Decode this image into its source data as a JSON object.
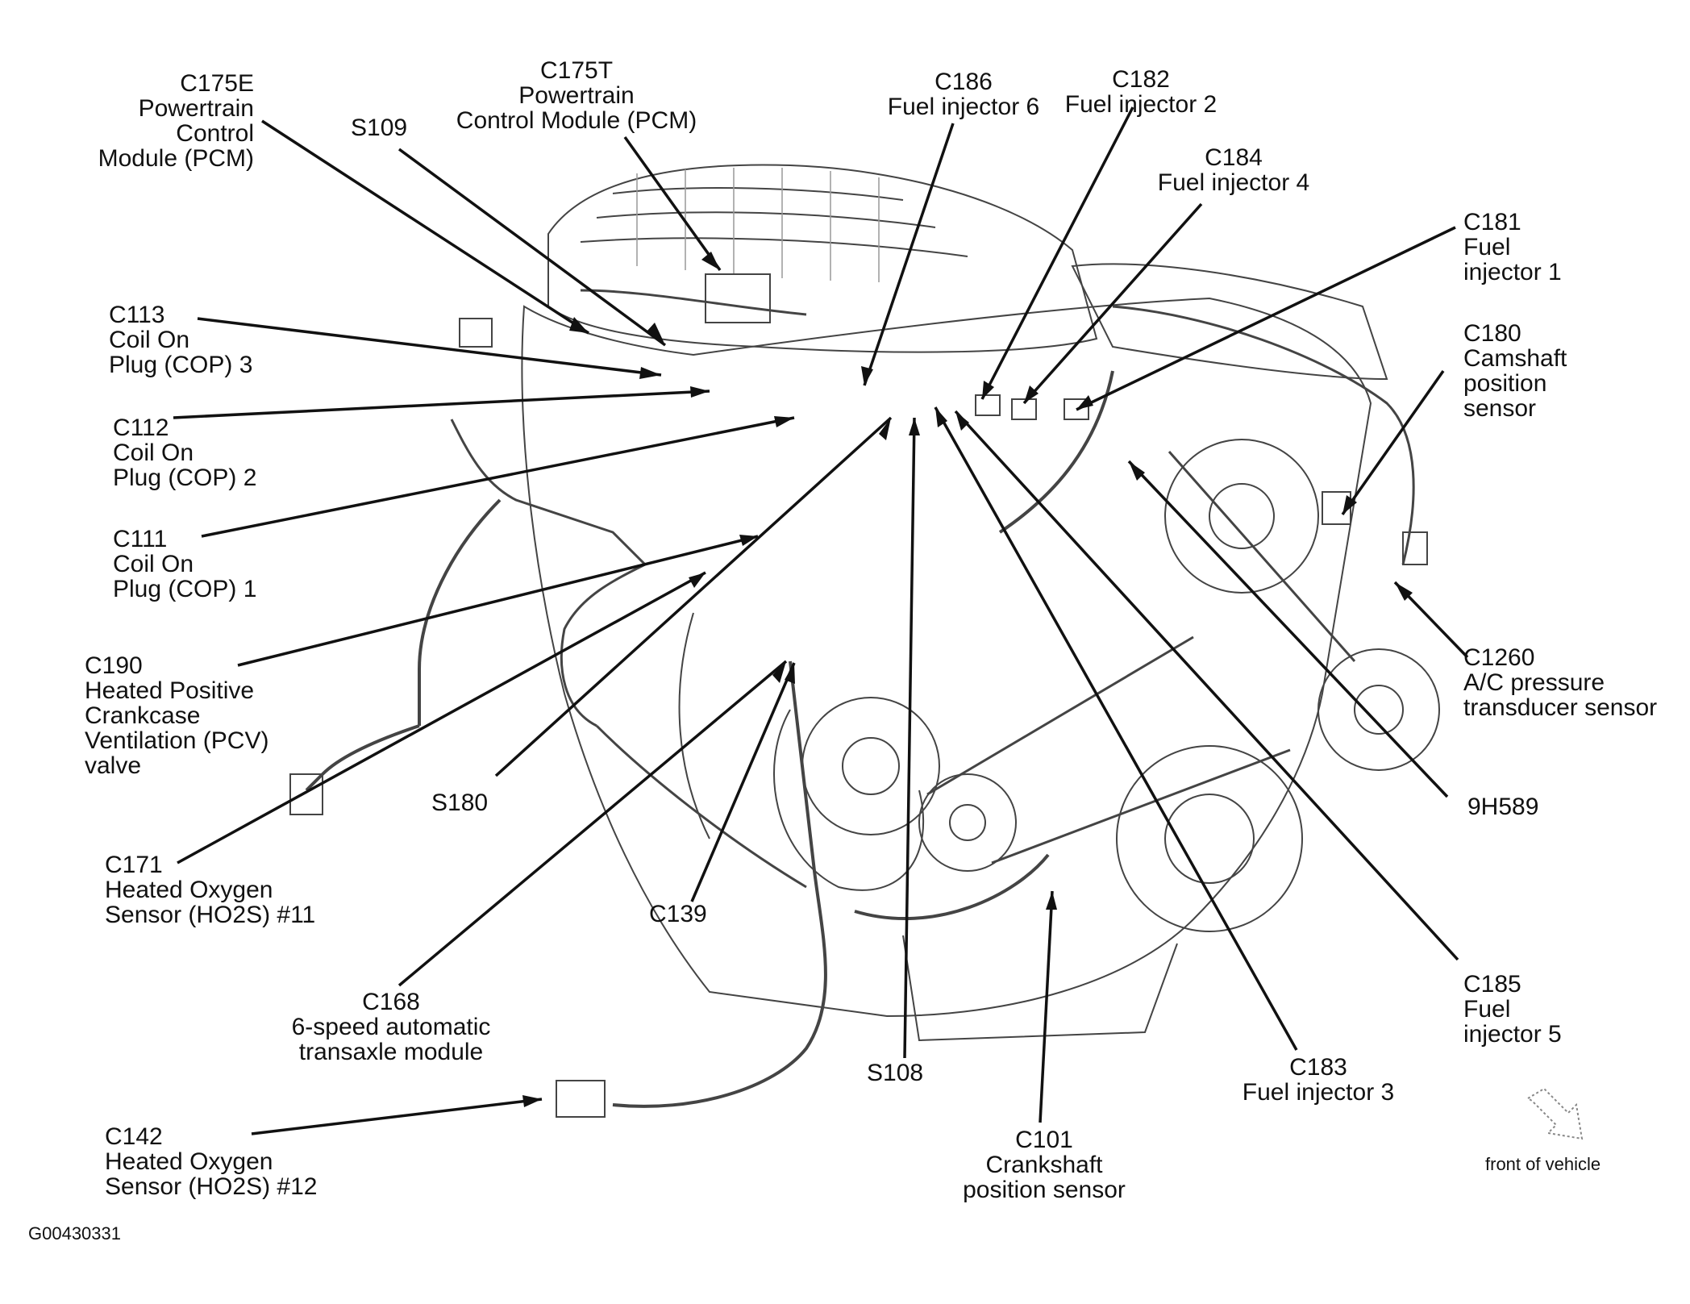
{
  "labels": {
    "c175e": [
      "C175E",
      "Powertrain",
      "Control",
      "Module (PCM)"
    ],
    "c175t": [
      "C175T",
      "Powertrain",
      "Control Module (PCM)"
    ],
    "s109": [
      "S109"
    ],
    "c186": [
      "C186",
      "Fuel injector 6"
    ],
    "c182": [
      "C182",
      "Fuel injector 2"
    ],
    "c184": [
      "C184",
      "Fuel injector 4"
    ],
    "c181": [
      "C181",
      "Fuel",
      "injector 1"
    ],
    "c180": [
      "C180",
      "Camshaft",
      "position",
      "sensor"
    ],
    "c113": [
      "C113",
      "Coil On",
      "Plug (COP) 3"
    ],
    "c112": [
      "C112",
      "Coil On",
      "Plug (COP) 2"
    ],
    "c111": [
      "C111",
      "Coil On",
      "Plug (COP) 1"
    ],
    "c190": [
      "C190",
      "Heated Positive",
      "Crankcase",
      "Ventilation (PCV)",
      "valve"
    ],
    "c1260": [
      "C1260",
      "A/C pressure",
      "transducer sensor"
    ],
    "s180": [
      "S180"
    ],
    "h589": [
      "9H589"
    ],
    "c171": [
      "C171",
      "Heated Oxygen",
      "Sensor (HO2S) #11"
    ],
    "c139": [
      "C139"
    ],
    "c168": [
      "C168",
      "6-speed automatic",
      "transaxle module"
    ],
    "c185": [
      "C185",
      "Fuel",
      "injector 5"
    ],
    "c183": [
      "C183",
      "Fuel injector 3"
    ],
    "s108": [
      "S108"
    ],
    "c142": [
      "C142",
      "Heated Oxygen",
      "Sensor (HO2S) #12"
    ],
    "c101": [
      "C101",
      "Crankshaft",
      "position sensor"
    ]
  },
  "front_of_vehicle": "front of vehicle",
  "figure_id": "G00430331",
  "line_color": "#111111"
}
